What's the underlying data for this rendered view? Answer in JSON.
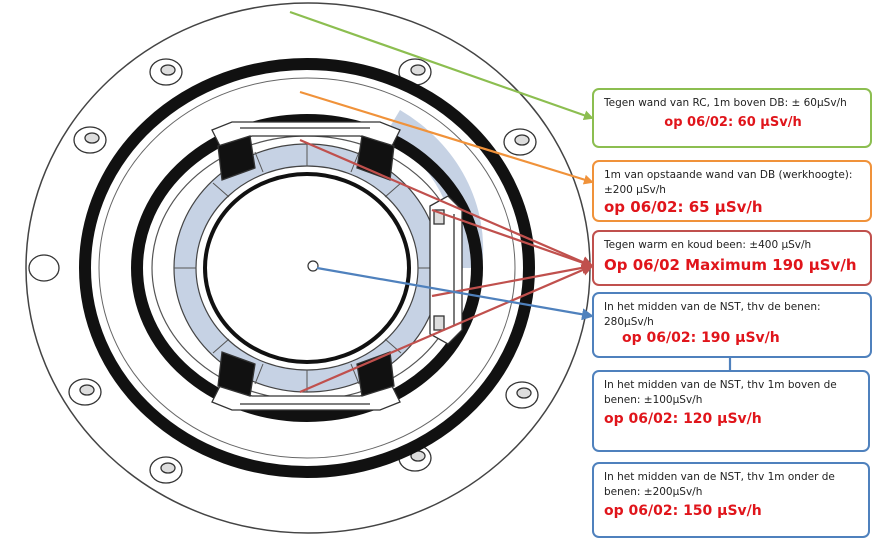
{
  "callouts": [
    {
      "id": "box-1",
      "text": "Tegen wand van RC, 1m boven DB: ± 60µSv/h",
      "measurement": "op 06/02: 60 µSv/h",
      "color": "#8cbe50"
    },
    {
      "id": "box-2",
      "text": "1m van opstaande wand van DB (werkhoogte): ±200 µSv/h",
      "measurement": "op 06/02: 65 µSv/h",
      "color": "#f0923a"
    },
    {
      "id": "box-3",
      "text": "Tegen warm en koud been: ±400 µSv/h",
      "measurement": "Op 06/02 Maximum 190 µSv/h",
      "color": "#c0504d"
    },
    {
      "id": "box-4",
      "text": "In het midden van de NST, thv de benen: 280µSv/h",
      "measurement": "op 06/02: 190 µSv/h",
      "color": "#4f81bd"
    },
    {
      "id": "box-5",
      "text": "In het midden van de NST, thv 1m boven de benen: ±100µSv/h",
      "measurement": "op 06/02: 120 µSv/h",
      "color": "#4f81bd"
    },
    {
      "id": "box-6",
      "text": "In het midden van de NST, thv 1m onder de benen: ±200µSv/h",
      "measurement": "op 06/02: 150 µSv/h",
      "color": "#4f81bd"
    }
  ],
  "measurement_color": "#e0151b"
}
